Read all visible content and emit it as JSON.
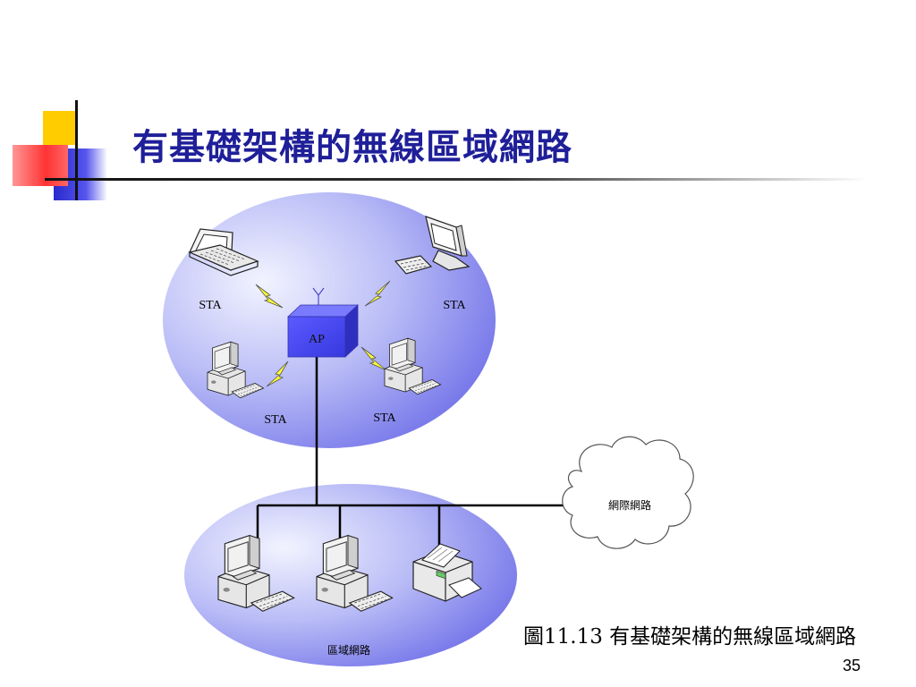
{
  "slide": {
    "title": "有基礎架構的無線區域網路",
    "caption": "圖11.13 有基礎架構的無線區域網路",
    "page_number": "35"
  },
  "diagram": {
    "wireless_cell": {
      "stations": [
        {
          "label": "STA",
          "device": "laptop-icon"
        },
        {
          "label": "STA",
          "device": "monitor-icon"
        },
        {
          "label": "STA",
          "device": "desktop-pc-icon"
        },
        {
          "label": "STA",
          "device": "desktop-pc-icon"
        }
      ],
      "access_point": {
        "label": "AP"
      }
    },
    "lan": {
      "label": "區域網路",
      "devices": [
        "desktop-pc-icon",
        "desktop-pc-icon",
        "printer-icon"
      ]
    },
    "internet": {
      "label": "網際網路"
    }
  },
  "colors": {
    "title": "#1f1f99",
    "ap_box": "#4d4dff",
    "ellipse_light": "#eef0ff",
    "ellipse_dark": "#7a7aee",
    "lightning": "#ffff33",
    "deco_yellow": "#ffcc00",
    "deco_red": "#ff3333",
    "deco_blue": "#3333cc"
  }
}
